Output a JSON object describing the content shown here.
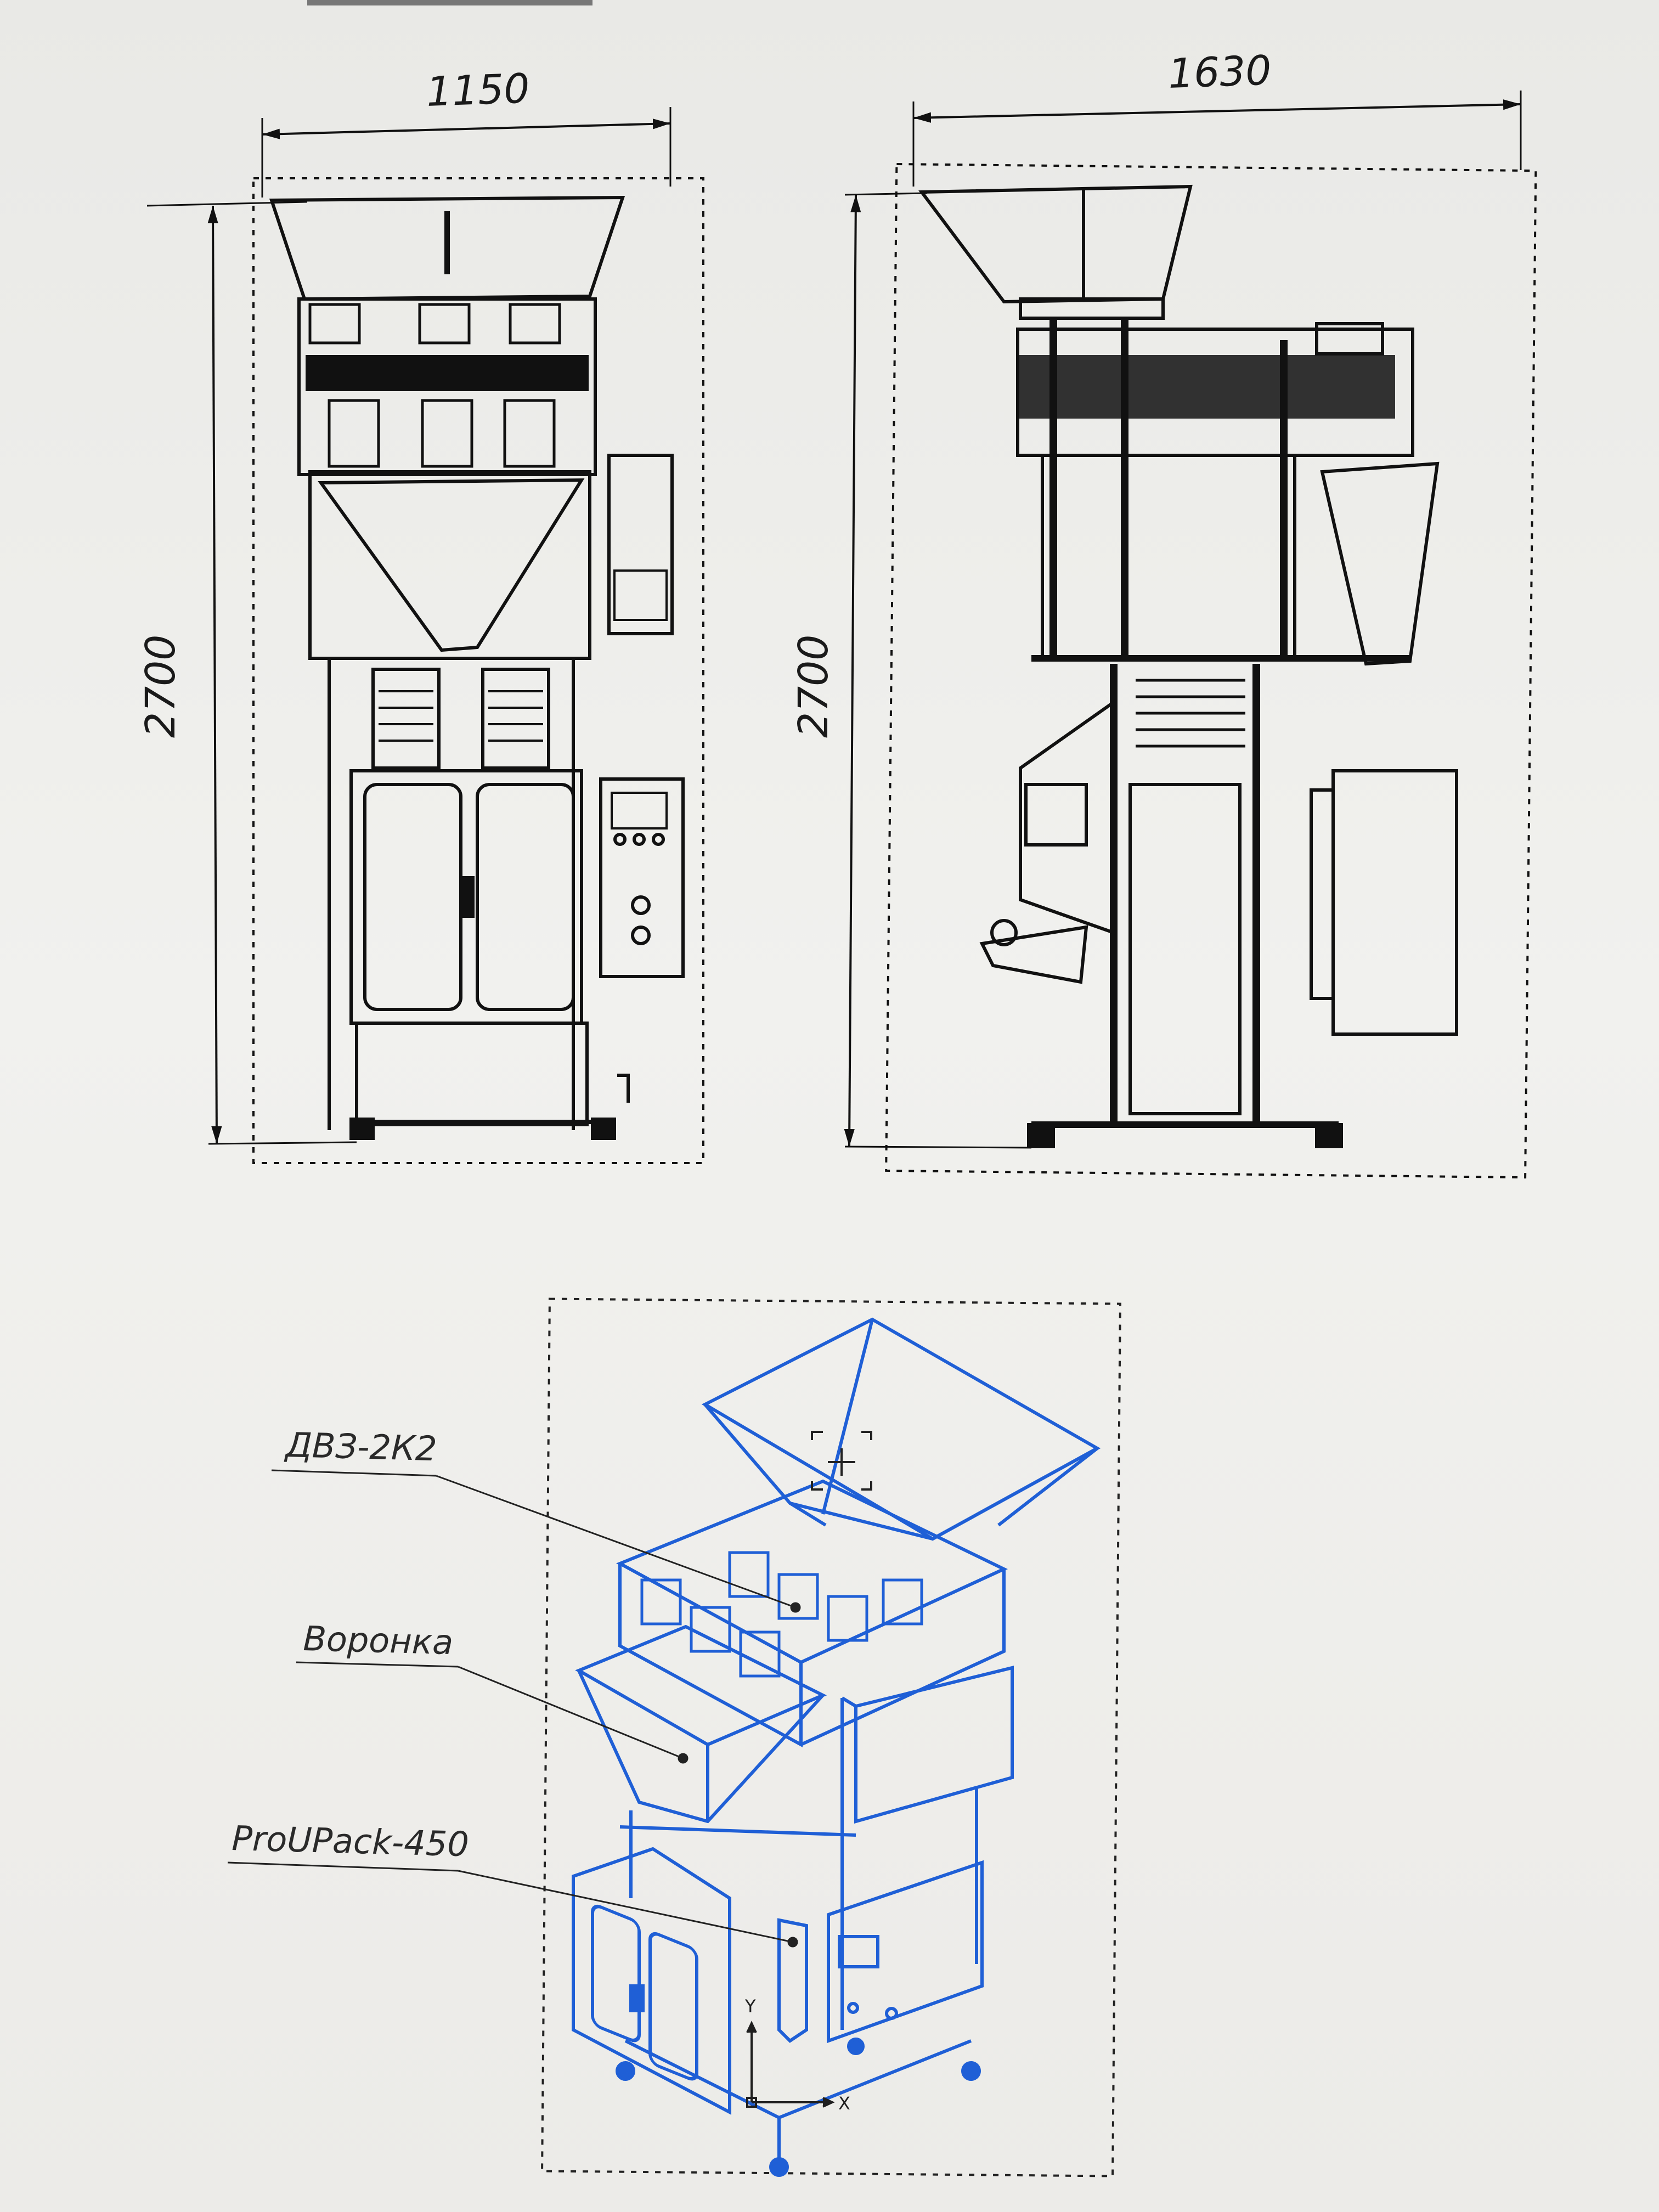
{
  "drawing": {
    "front_view": {
      "width_dimension": "1150",
      "height_dimension": "2700"
    },
    "side_view": {
      "width_dimension": "1630",
      "height_dimension": "2700"
    },
    "isometric_view": {
      "callouts": [
        {
          "text": "ДВЗ-2К2"
        },
        {
          "text": "Воронка"
        },
        {
          "text": "ProUPack-450"
        }
      ],
      "axis_labels": {
        "y": "Y",
        "x": "X"
      }
    }
  },
  "colors": {
    "line_black": "#111111",
    "line_blue": "#1f5fd6",
    "paper": "#efefec"
  }
}
